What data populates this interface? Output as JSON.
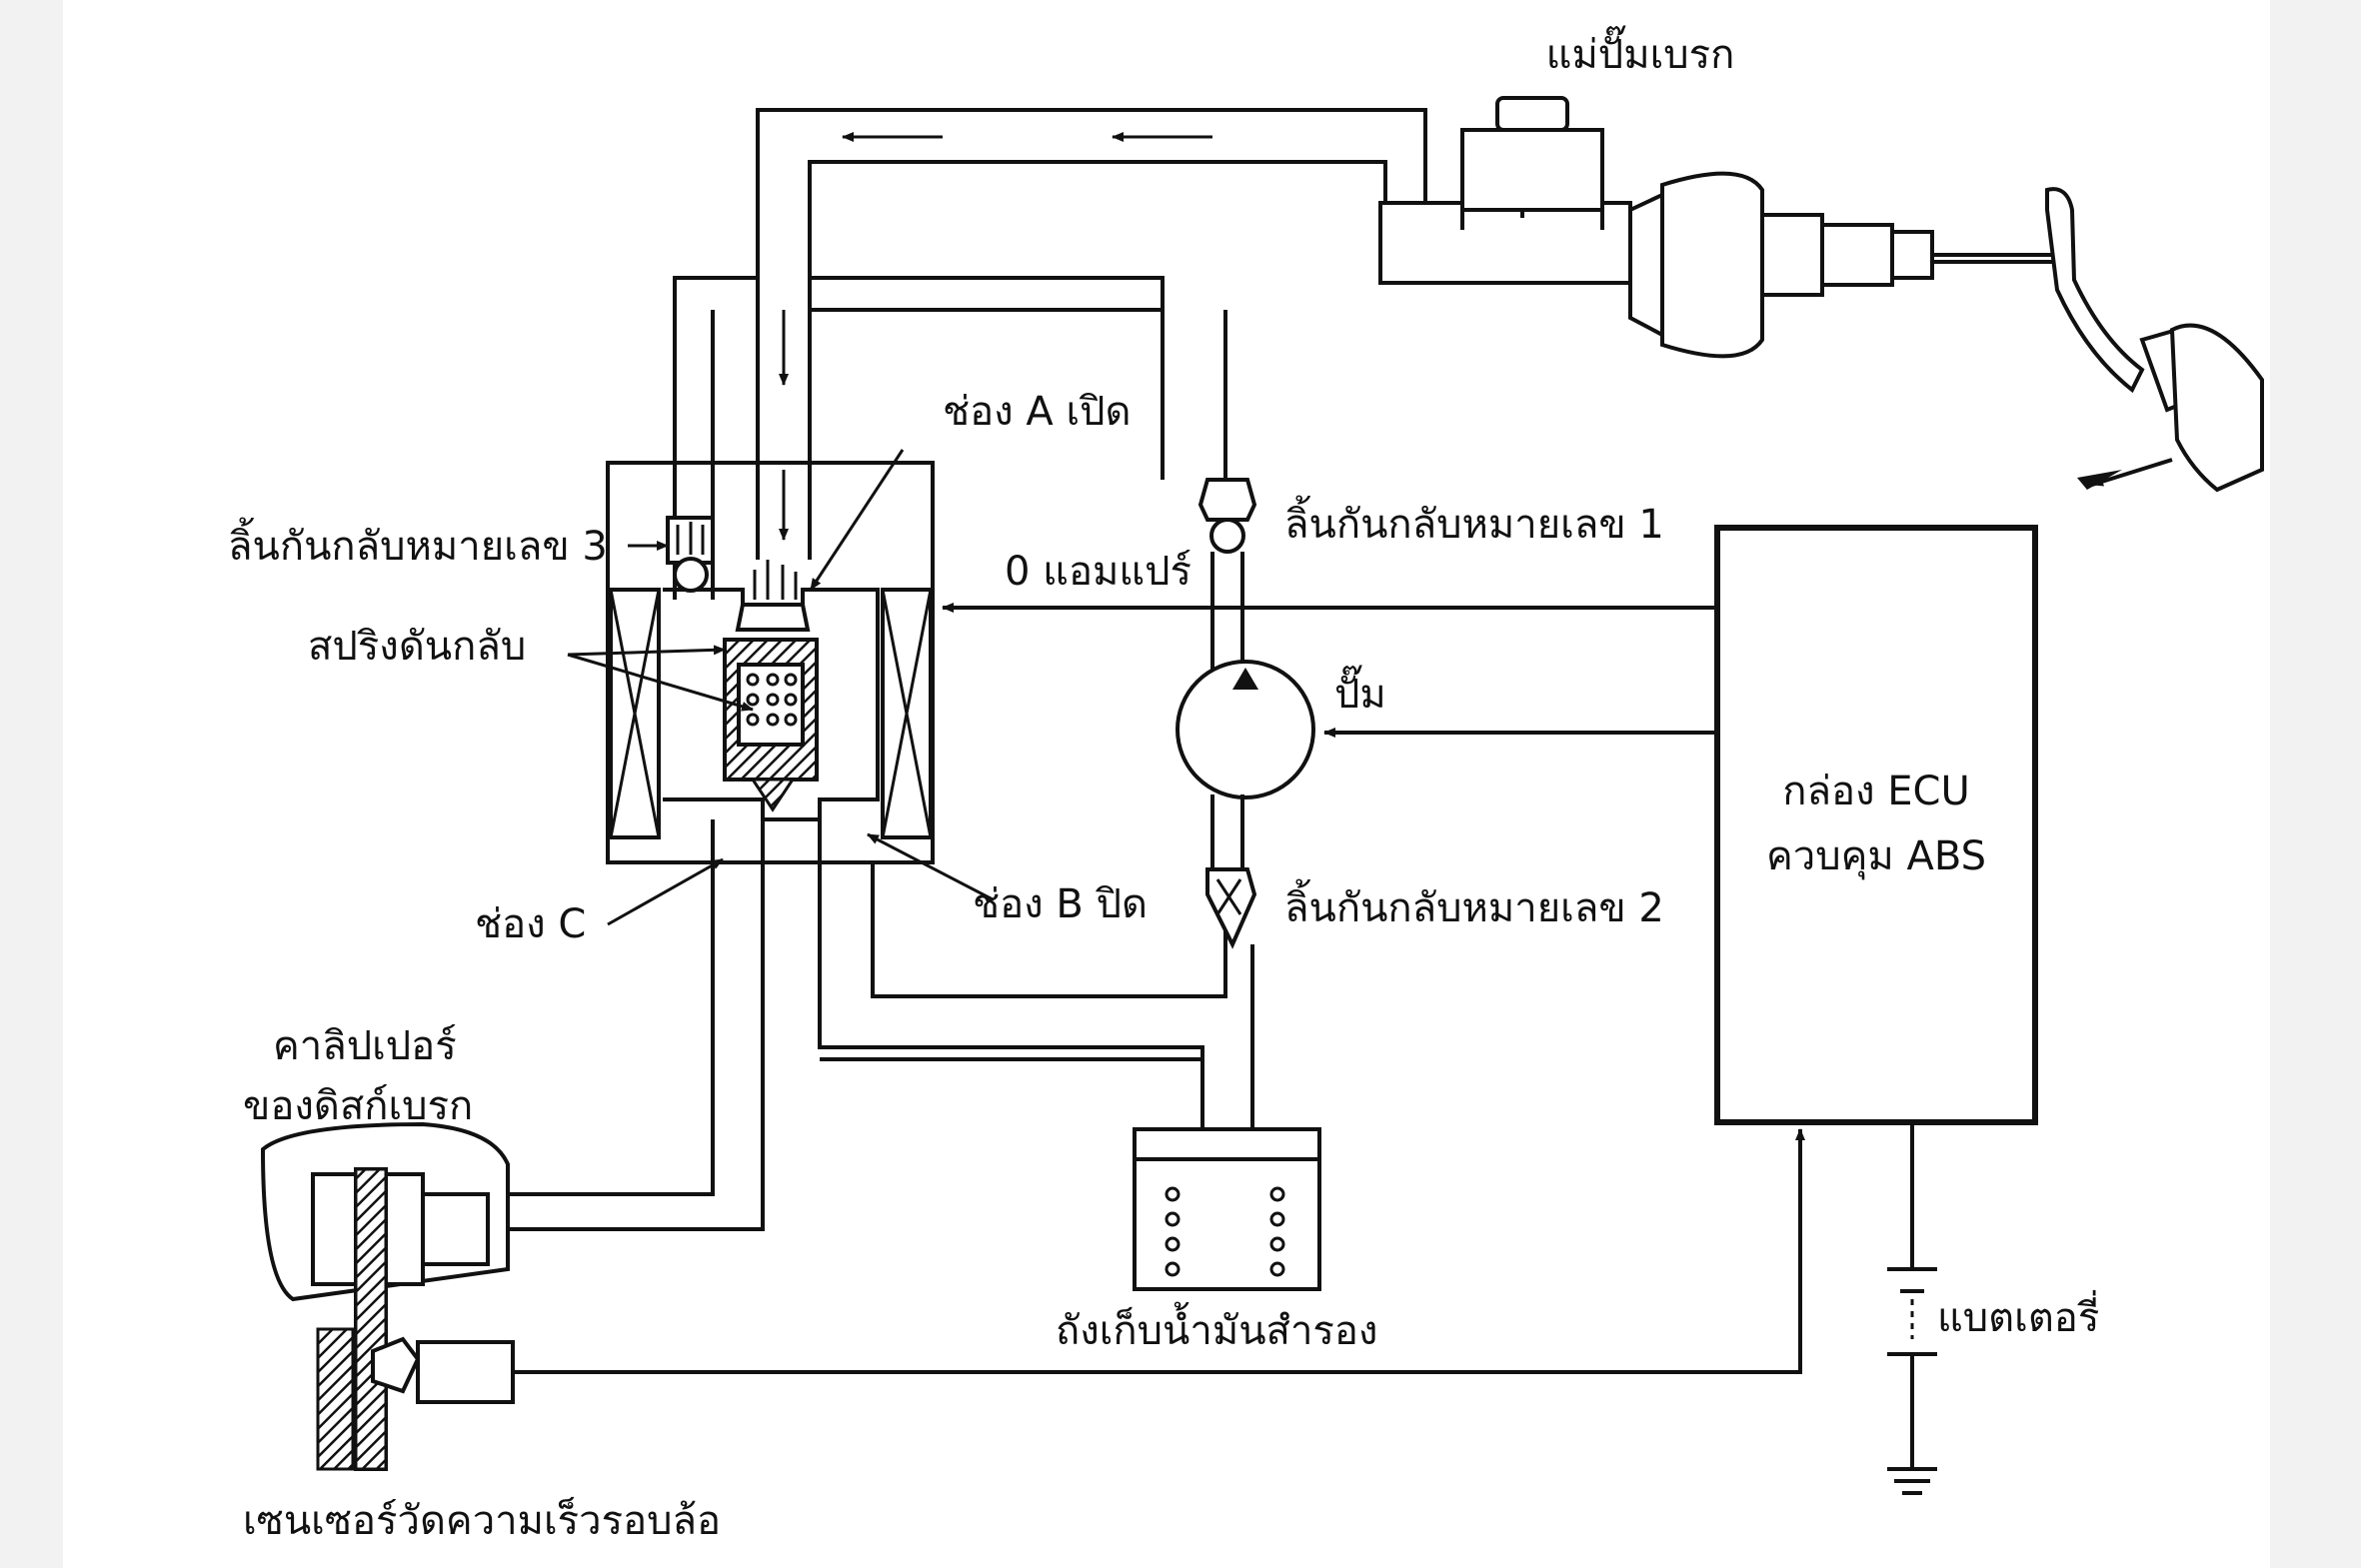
{
  "labels": {
    "master_cylinder": "แม่ปั๊มเบรก",
    "port_a": "ช่อง A เปิด",
    "check_valve_3": "ลิ้นกันกลับหมายเลข 3",
    "check_valve_1": "ลิ้นกันกลับหมายเลข 1",
    "current": "0 แอมแปร์",
    "return_spring": "สปริงดันกลับ",
    "pump": "ปั๊ม",
    "port_c": "ช่อง C",
    "port_b": "ช่อง B ปิด",
    "check_valve_2": "ลิ้นกันกลับหมายเลข 2",
    "ecu_line1": "กล่อง ECU",
    "ecu_line2": "ควบคุม ABS",
    "caliper_line1": "คาลิปเปอร์",
    "caliper_line2": "ของดิสก์เบรก",
    "reservoir": "ถังเก็บน้ำมันสำรอง",
    "battery": "แบตเตอรี่",
    "wheel_speed_sensor": "เซนเซอร์วัดความเร็วรอบล้อ"
  }
}
